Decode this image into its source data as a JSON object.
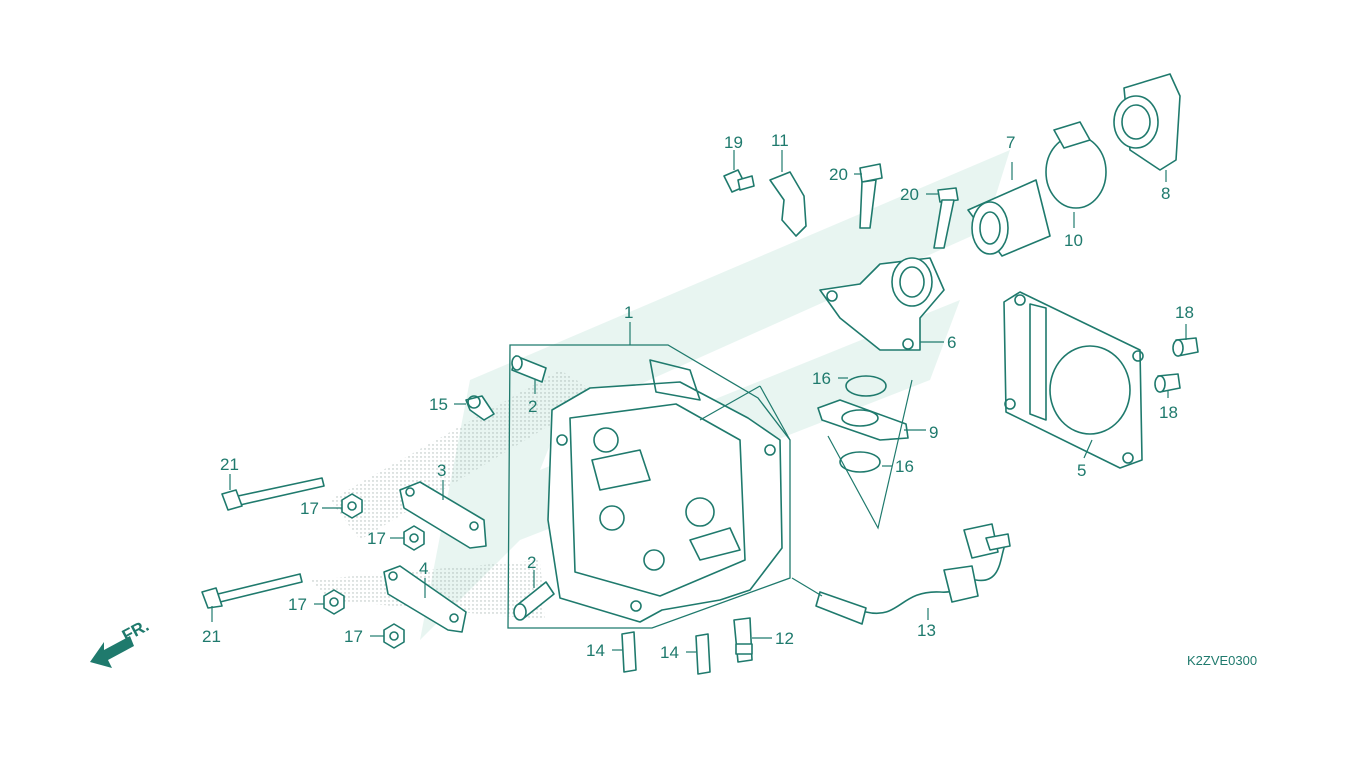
{
  "diagram_code": "K2ZVE0300",
  "front_label": "FR.",
  "callouts": [
    {
      "id": "c1",
      "label": "1"
    },
    {
      "id": "c2a",
      "label": "2"
    },
    {
      "id": "c2b",
      "label": "2"
    },
    {
      "id": "c3",
      "label": "3"
    },
    {
      "id": "c4",
      "label": "4"
    },
    {
      "id": "c5",
      "label": "5"
    },
    {
      "id": "c6",
      "label": "6"
    },
    {
      "id": "c7",
      "label": "7"
    },
    {
      "id": "c8",
      "label": "8"
    },
    {
      "id": "c9",
      "label": "9"
    },
    {
      "id": "c10",
      "label": "10"
    },
    {
      "id": "c11",
      "label": "11"
    },
    {
      "id": "c12",
      "label": "12"
    },
    {
      "id": "c13",
      "label": "13"
    },
    {
      "id": "c14a",
      "label": "14"
    },
    {
      "id": "c14b",
      "label": "14"
    },
    {
      "id": "c15",
      "label": "15"
    },
    {
      "id": "c16a",
      "label": "16"
    },
    {
      "id": "c16b",
      "label": "16"
    },
    {
      "id": "c17a",
      "label": "17"
    },
    {
      "id": "c17b",
      "label": "17"
    },
    {
      "id": "c17c",
      "label": "17"
    },
    {
      "id": "c17d",
      "label": "17"
    },
    {
      "id": "c18a",
      "label": "18"
    },
    {
      "id": "c18b",
      "label": "18"
    },
    {
      "id": "c19",
      "label": "19"
    },
    {
      "id": "c20a",
      "label": "20"
    },
    {
      "id": "c20b",
      "label": "20"
    },
    {
      "id": "c21a",
      "label": "21"
    },
    {
      "id": "c21b",
      "label": "21"
    }
  ],
  "colors": {
    "line": "#1f7a6d",
    "watermark": "#e4f3ef",
    "background": "#ffffff"
  }
}
